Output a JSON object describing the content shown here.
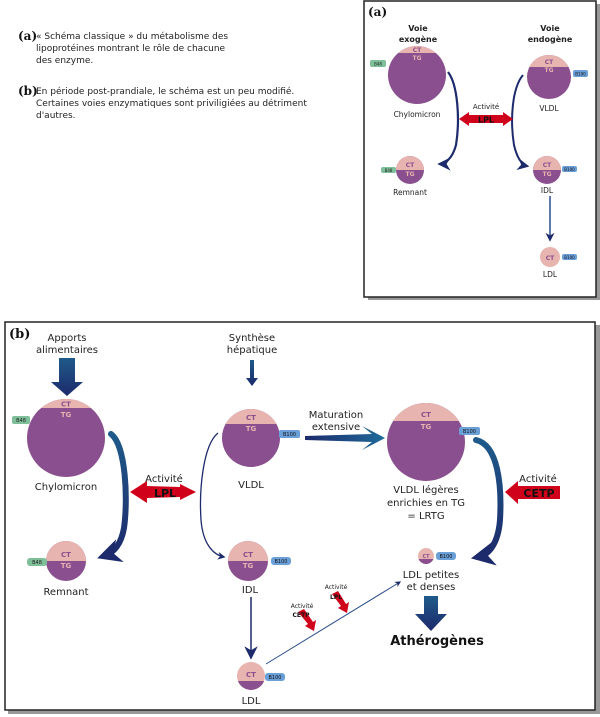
{
  "captions": {
    "a": {
      "tag": "(a)",
      "text": "« Schéma classique » du métabolisme des\nlipoprotéines montrant le rôle de chacune\ndes enzyme."
    },
    "b": {
      "tag": "(b)",
      "text": "En période post-prandiale, le schéma est un peu modifié.\nCertaines voies enzymatiques sont priviligiées au détriment\nd'autres."
    }
  },
  "colors": {
    "particle_core": "#8a4f8e",
    "particle_cap": "#e8b4b0",
    "cap_text": "#8a4f8e",
    "core_text": "#e8b4b0",
    "b48_tag": "#7fbf9a",
    "b100_tag": "#6b9fd8",
    "arrow_dark": "#1d2a6b",
    "arrow_mid": "#1e5a8a",
    "enzyme_red": "#d0021b",
    "frame": "#222222",
    "shadow": "#999999"
  },
  "common": {
    "ct": "CT",
    "tg": "TG",
    "b48": "B48",
    "b100": "B100",
    "activite": "Activité",
    "lpl": "LPL",
    "cetp": "CETP"
  },
  "panel_a": {
    "tag": "(a)",
    "exogenous_title": [
      "Voie",
      "exogène"
    ],
    "endogenous_title": [
      "Voie",
      "endogène"
    ],
    "chylomicron": "Chylomicron",
    "vldl": "VLDL",
    "remnant": "Remnant",
    "idl": "IDL",
    "ldl": "LDL"
  },
  "panel_b": {
    "tag": "(b)",
    "apports": [
      "Apports",
      "alimentaires"
    ],
    "synthese": [
      "Synthèse",
      "hépatique"
    ],
    "chylomicron": "Chylomicron",
    "vldl": "VLDL",
    "maturation": [
      "Maturation",
      "extensive"
    ],
    "lrtg": [
      "VLDL légères",
      "enrichies en TG",
      "= LRTG"
    ],
    "remnant": "Remnant",
    "idl": "IDL",
    "ldl": "LDL",
    "ldl_small": [
      "LDL petites",
      "et denses"
    ],
    "atherogenes": "Athérogènes"
  }
}
